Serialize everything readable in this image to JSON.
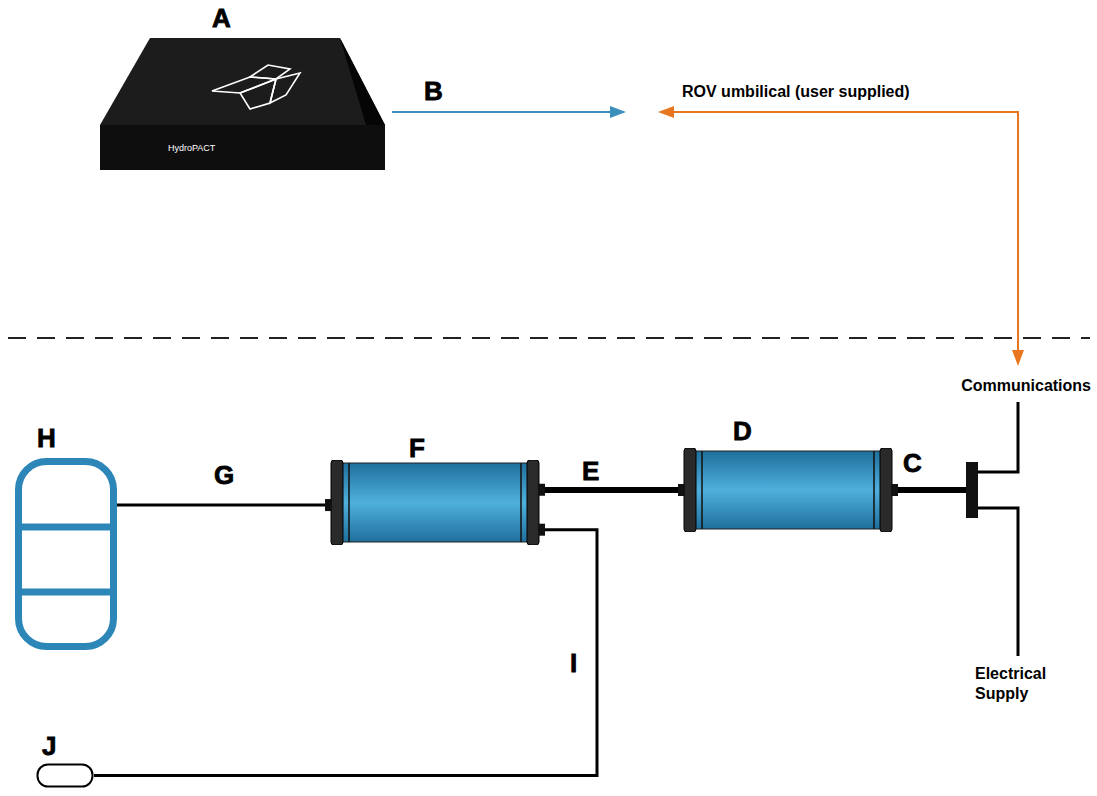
{
  "diagram": {
    "nodes": [
      {
        "text": [
          "A",
          "HydroPACT"
        ]
      },
      {
        "text": [
          "H"
        ]
      },
      {
        "text": [
          "F"
        ]
      },
      {
        "text": [
          "D"
        ]
      },
      {
        "text": [
          "J"
        ]
      }
    ],
    "edges": [
      {
        "from": 2,
        "to": 1,
        "label": "G",
        "arrow": "none"
      },
      {
        "from": 3,
        "to": 2,
        "label": "E",
        "arrow": "none"
      },
      {
        "from": 2,
        "to": 4,
        "label": "I",
        "arrow": "none"
      }
    ],
    "labels": [
      "B",
      "ROV umbilical (user supplied)",
      "C",
      "Communications",
      "Electrical Supply"
    ]
  }
}
